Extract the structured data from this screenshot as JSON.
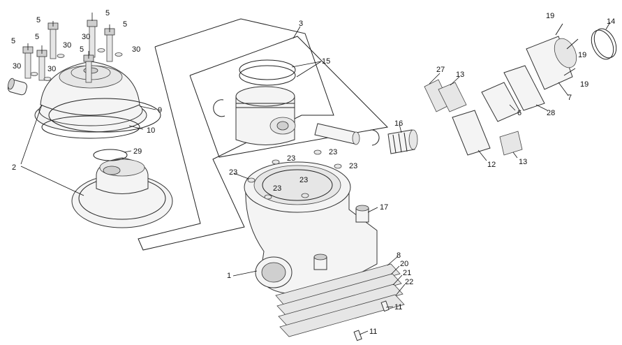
{
  "labels": {
    "l1": "1",
    "l2": "2",
    "l3": "3",
    "l5a": "5",
    "l5b": "5",
    "l5c": "5",
    "l5d": "5",
    "l5e": "5",
    "l5f": "5",
    "l6": "6",
    "l7": "7",
    "l8": "8",
    "l9": "9",
    "l10": "10",
    "l11a": "11",
    "l11b": "11",
    "l12": "12",
    "l13a": "13",
    "l13b": "13",
    "l14": "14",
    "l15": "15",
    "l16": "16",
    "l17": "17",
    "l19a": "19",
    "l19b": "19",
    "l19c": "19",
    "l20": "20",
    "l21": "21",
    "l22": "22",
    "l23a": "23",
    "l23b": "23",
    "l23c": "23",
    "l23d": "23",
    "l23e": "23",
    "l23f": "23",
    "l27": "27",
    "l28": "28",
    "l29": "29",
    "l30a": "30",
    "l30b": "30",
    "l30c": "30",
    "l30d": "30",
    "l30e": "30"
  }
}
